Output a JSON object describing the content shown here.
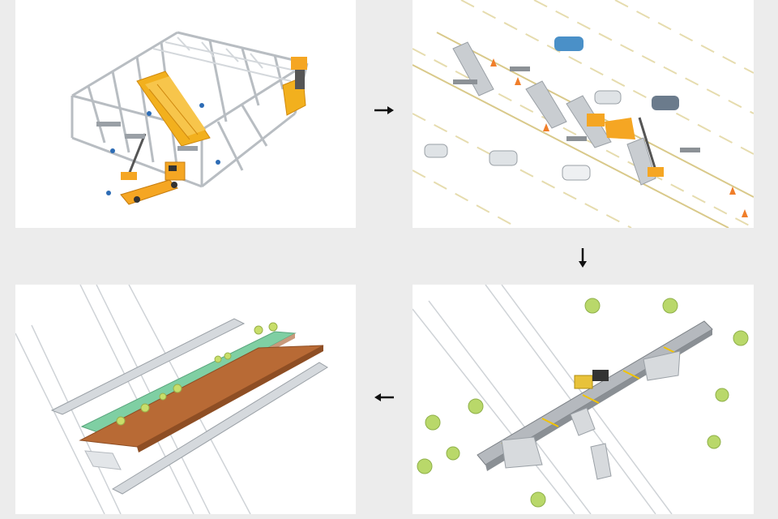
{
  "colors": {
    "background": "#ececec",
    "panel": "#ffffff",
    "steel": "#c9cdd1",
    "timber": "#f2b01e",
    "crane": "#f5a623",
    "deck_green": "#7fcfa3",
    "deck_brown": "#b86a35",
    "tree": "#b9d86a",
    "road_line": "#e6dcae",
    "arrow": "#111111"
  },
  "panels": [
    {
      "id": "stage-1",
      "scene": "timber-frame-assembly-under-steel-truss"
    },
    {
      "id": "stage-2",
      "scene": "highway-segment-installation"
    },
    {
      "id": "stage-3",
      "scene": "launching-truss-over-tracks"
    },
    {
      "id": "stage-4",
      "scene": "completed-green-deck-bridge-exploded"
    }
  ],
  "flow": [
    {
      "from": "stage-1",
      "to": "stage-2",
      "direction": "right"
    },
    {
      "from": "stage-2",
      "to": "stage-3",
      "direction": "down"
    },
    {
      "from": "stage-3",
      "to": "stage-4",
      "direction": "left"
    }
  ]
}
